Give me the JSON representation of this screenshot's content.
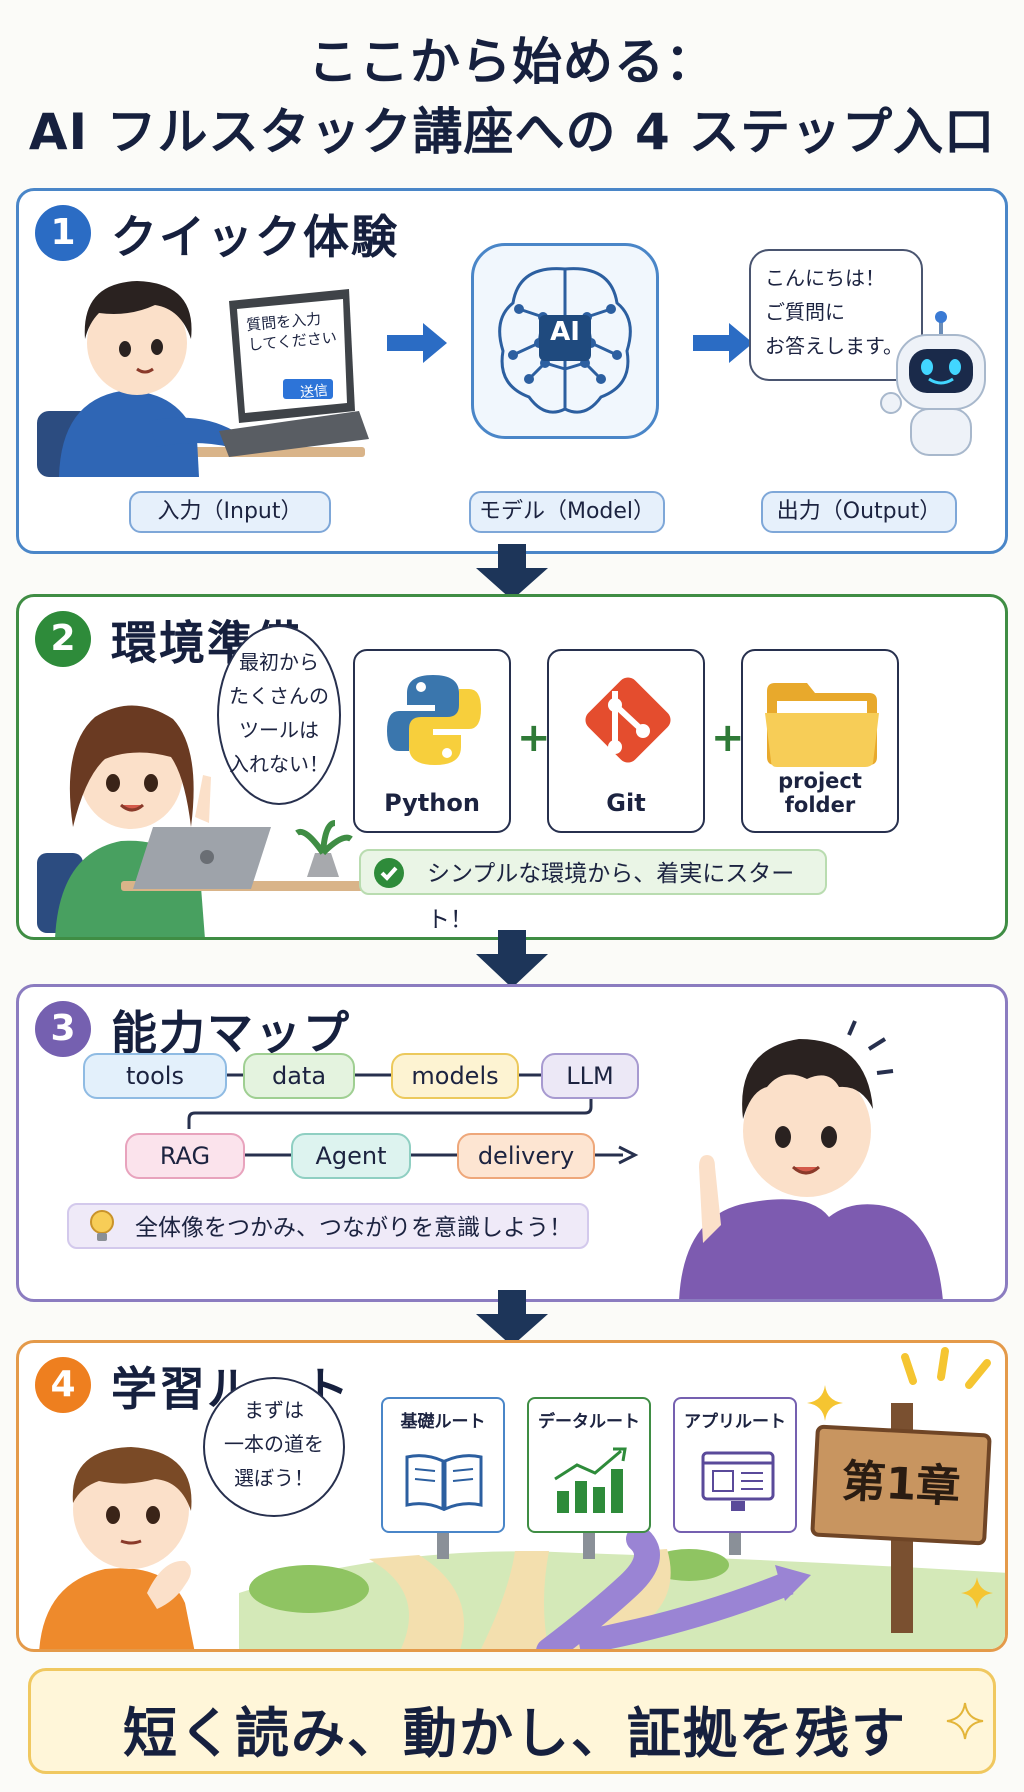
{
  "title": {
    "line1": "ここから始める：",
    "line2": "AI フルスタック講座への 4 ステップ入口"
  },
  "step1": {
    "number": "1",
    "title": "クイック体験",
    "laptop_prompt_line1": "質問を入力",
    "laptop_prompt_line2": "してください",
    "send_button": "送信",
    "model_chip": "AI",
    "response_line1": "こんにちは！",
    "response_line2": "ご質問に",
    "response_line3": "お答えします。",
    "tag_input": "入力（Input）",
    "tag_model": "モデル（Model）",
    "tag_output": "出力（Output）"
  },
  "step2": {
    "number": "2",
    "title": "環境準備",
    "bubble_line1": "最初から",
    "bubble_line2": "たくさんの",
    "bubble_line3": "ツールは",
    "bubble_line4": "入れない！",
    "tools": [
      "Python",
      "Git",
      "project folder"
    ],
    "plus": "+",
    "note": "シンプルな環境から、着実にスタート！"
  },
  "step3": {
    "number": "3",
    "title": "能力マップ",
    "row1": [
      "tools",
      "data",
      "models",
      "LLM"
    ],
    "row2": [
      "RAG",
      "Agent",
      "delivery"
    ],
    "note": "全体像をつかみ、つながりを意識しよう！"
  },
  "step4": {
    "number": "4",
    "title": "学習ルート",
    "bubble_line1": "まずは",
    "bubble_line2": "一本の道を",
    "bubble_line3": "選ぼう！",
    "routes": [
      "基礎ルート",
      "データルート",
      "アプリルート"
    ],
    "sign": "第1章"
  },
  "footer": "短く読み、動かし、証拠を残す",
  "colors": {
    "step1": "#2b6cc4",
    "step2": "#2e8b3a",
    "step3": "#7560b0",
    "step4": "#ee7f1f",
    "navy": "#16203e"
  }
}
